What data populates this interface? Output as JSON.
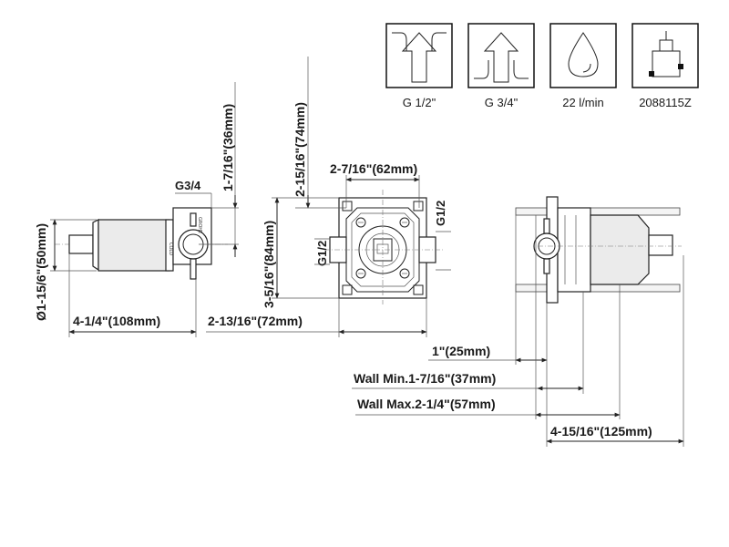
{
  "spec_icons": [
    {
      "icon": "inlet-outlet-half-inch-icon",
      "label": "G 1/2\""
    },
    {
      "icon": "inlet-outlet-three-quarter-inch-icon",
      "label": "G 3/4\""
    },
    {
      "icon": "water-drop-flow-icon",
      "label": "22 l/min"
    },
    {
      "icon": "cartridge-icon",
      "label": "2088115Z"
    }
  ],
  "front_view": {
    "port_label": "G3/4",
    "height_port": "1-7/16\"(36mm)",
    "diameter": "Ø1-15/6\"(50mm)",
    "length": "4-1/4\"(108mm)",
    "body_print": "GROHE",
    "body_print_2": "COLD"
  },
  "top_view": {
    "width": "2-7/16\"(62mm)",
    "height_upper": "2-15/16\"(74mm)",
    "height_total": "3-5/16\"(84mm)",
    "port_left": "G1/2",
    "port_right": "G1/2",
    "width_total": "2-13/16\"(72mm)"
  },
  "side_view": {
    "depth_1": "1\"(25mm)",
    "wall_min": "Wall Min.1-7/16\"(37mm)",
    "wall_max": "Wall Max.2-1/4\"(57mm)",
    "depth_total": "4-15/16\"(125mm)"
  }
}
